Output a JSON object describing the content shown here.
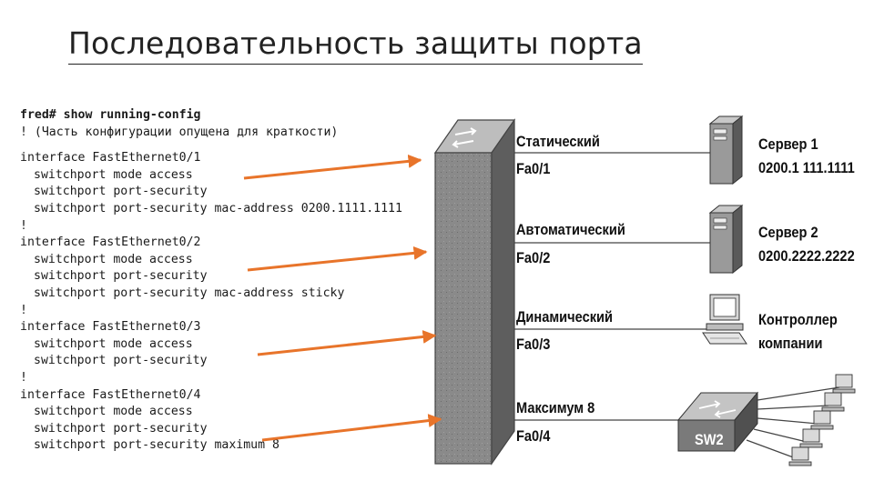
{
  "title": "Последовательность защиты порта",
  "config_lines": [
    {
      "text": "fred# show running-config",
      "bold": true
    },
    {
      "text": "! (Часть конфигурации опущена для краткости)"
    },
    {
      "text": "",
      "gap": true
    },
    {
      "text": "interface FastEthernet0/1"
    },
    {
      "text": "switchport mode access",
      "indent": true
    },
    {
      "text": "switchport port-security",
      "indent": true
    },
    {
      "text": "switchport port-security mac-address 0200.1111.1111",
      "indent": true
    },
    {
      "text": "!"
    },
    {
      "text": "interface FastEthernet0/2"
    },
    {
      "text": "switchport mode access",
      "indent": true
    },
    {
      "text": "switchport port-security",
      "indent": true
    },
    {
      "text": "switchport port-security mac-address sticky",
      "indent": true
    },
    {
      "text": "!"
    },
    {
      "text": "interface FastEthernet0/3"
    },
    {
      "text": "switchport mode access",
      "indent": true
    },
    {
      "text": "switchport port-security",
      "indent": true
    },
    {
      "text": "!"
    },
    {
      "text": "interface FastEthernet0/4"
    },
    {
      "text": "switchport mode access",
      "indent": true
    },
    {
      "text": "switchport port-security",
      "indent": true
    },
    {
      "text": "switchport port-security maximum 8",
      "indent": true
    }
  ],
  "ports": [
    {
      "mode": "Статический",
      "port": "Fa0/1",
      "device_line1": "Сервер 1",
      "device_line2": "0200.1 111.1111"
    },
    {
      "mode": "Автоматический",
      "port": "Fa0/2",
      "device_line1": "Сервер 2",
      "device_line2": "0200.2222.2222"
    },
    {
      "mode": "Динамический",
      "port": "Fa0/3",
      "device_line1": "Контроллер",
      "device_line2": "компании"
    },
    {
      "mode": "Максимум 8",
      "port": "Fa0/4"
    }
  ],
  "switch2_label": "SW2",
  "colors": {
    "arrow": "#e8742a",
    "switch_dark": "#6e6e6e",
    "text": "#111111"
  }
}
